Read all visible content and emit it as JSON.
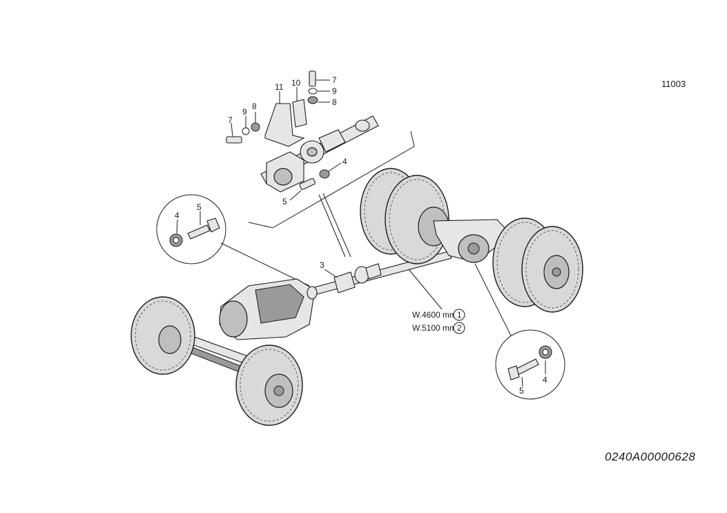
{
  "sheet_id": "11003",
  "drawing_code": "0240A00000628",
  "callouts": {
    "p3": "3",
    "p4a": "4",
    "p4b": "4",
    "p4c": "4",
    "p5a": "5",
    "p5b": "5",
    "p5c": "5",
    "p7a": "7",
    "p7b": "7",
    "p8a": "8",
    "p8b": "8",
    "p9a": "9",
    "p9b": "9",
    "p10": "10",
    "p11": "11"
  },
  "variants": [
    {
      "label": "W.4600 mm",
      "ref": "1"
    },
    {
      "label": "W.5100 mm",
      "ref": "2"
    }
  ]
}
